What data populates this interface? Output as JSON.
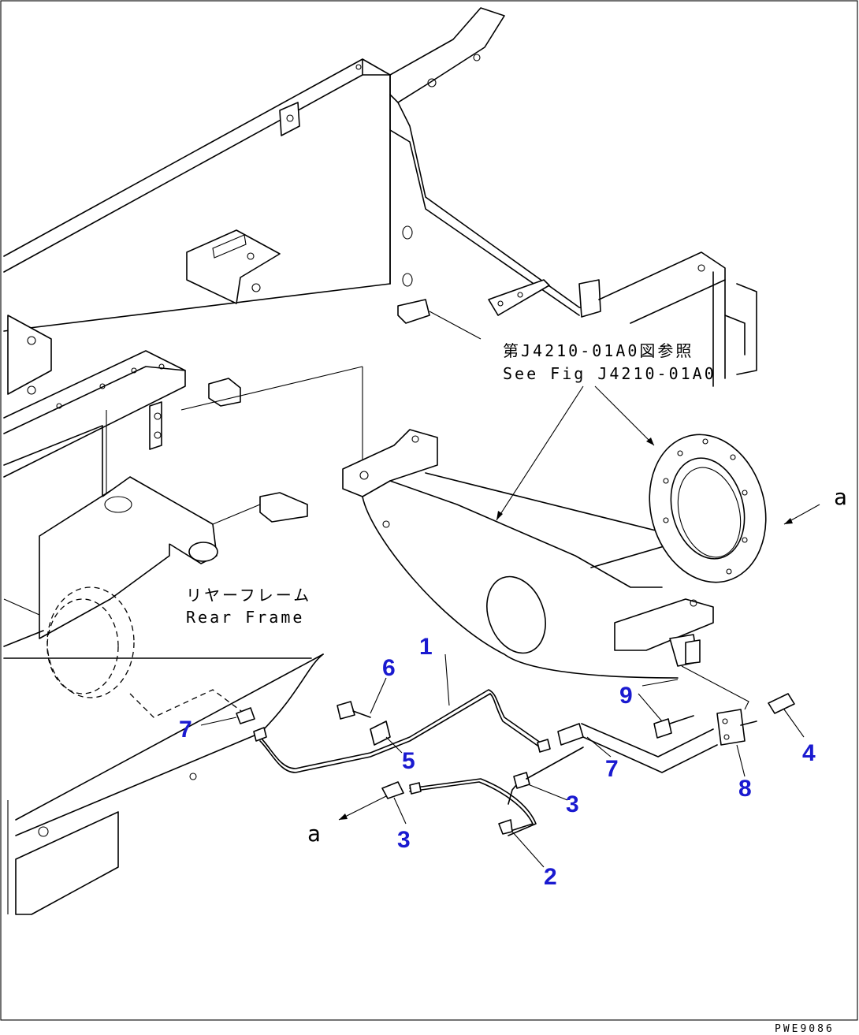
{
  "callouts": {
    "c1": "1",
    "c2": "2",
    "c3a": "3",
    "c3b": "3",
    "c4": "4",
    "c5": "5",
    "c6": "6",
    "c7a": "7",
    "c7b": "7",
    "c8": "8",
    "c9": "9"
  },
  "notes": {
    "see_fig_jp": "第J4210-01A0図参照",
    "see_fig_en": "See Fig J4210-01A0",
    "rear_frame_jp": "リヤーフレーム",
    "rear_frame_en": "Rear Frame"
  },
  "refs": {
    "a_right": "a",
    "a_left": "a"
  },
  "drawing_code": "PWE9086",
  "colors": {
    "callout": "#1a1ad0",
    "line": "#000000",
    "background": "#ffffff"
  }
}
